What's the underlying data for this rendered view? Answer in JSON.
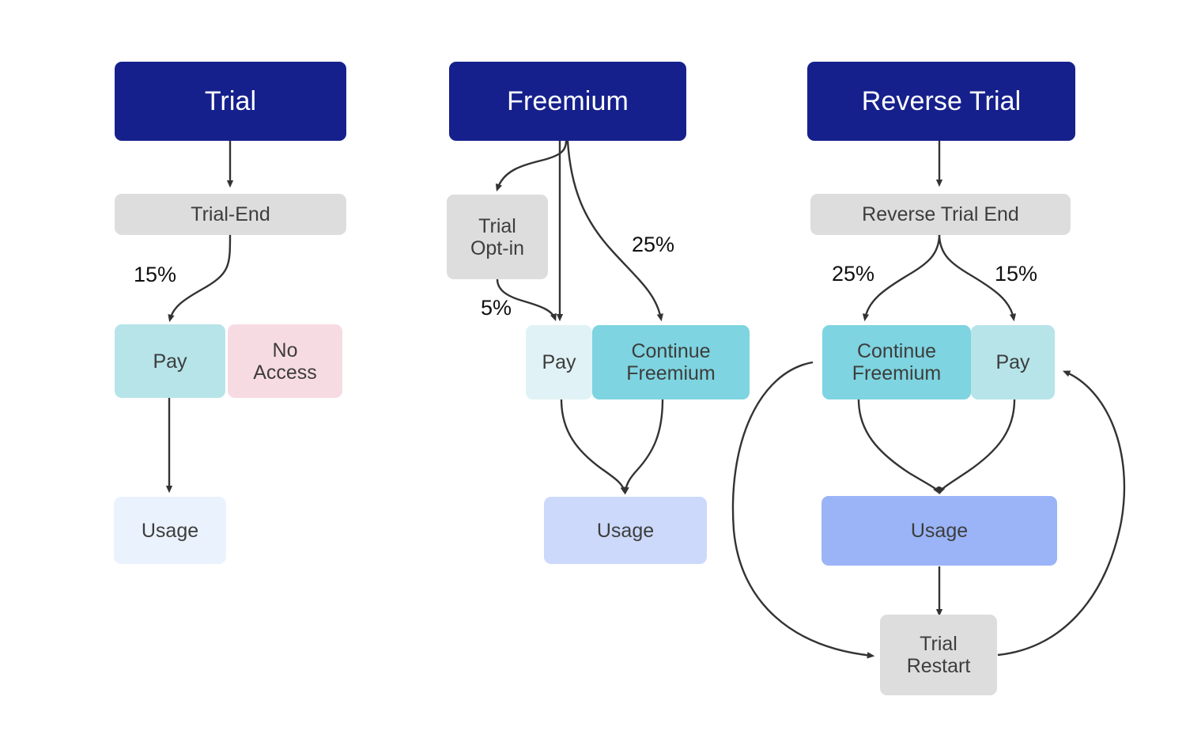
{
  "diagram": {
    "title_columns": [
      "Trial",
      "Freemium",
      "Reverse Trial"
    ],
    "background": "#ffffff",
    "colors": {
      "header": "#16208c",
      "gray": "#dddddd",
      "cyan_light": "#b6e4e9",
      "cyan_pale": "#e0f2f5",
      "cyan_strong": "#7ed4e0",
      "pink": "#f7dbe3",
      "blue_pale": "#eaf2fd",
      "blue_soft": "#ccd9fa",
      "blue_mid": "#9ab4f7",
      "arrow": "#333333",
      "text_dark": "#3d3d3d",
      "text_on_header": "#ffffff"
    }
  },
  "columns": {
    "trial": {
      "header": "Trial",
      "nodes": {
        "trial_end": "Trial-End",
        "pay": "Pay",
        "no_access": "No\nAccess",
        "usage": "Usage"
      },
      "labels": {
        "trial_end_to_pay": "15%"
      }
    },
    "freemium": {
      "header": "Freemium",
      "nodes": {
        "trial_optin": "Trial\nOpt-in",
        "pay": "Pay",
        "continue_freemium": "Continue\nFreemium",
        "usage": "Usage"
      },
      "labels": {
        "optin_to_pay": "5%",
        "freemium_to_continue": "25%"
      }
    },
    "reverse_trial": {
      "header": "Reverse Trial",
      "nodes": {
        "reverse_trial_end": "Reverse Trial End",
        "continue_freemium": "Continue\nFreemium",
        "pay": "Pay",
        "usage": "Usage",
        "trial_restart": "Trial\nRestart"
      },
      "labels": {
        "end_to_continue": "25%",
        "end_to_pay": "15%"
      }
    }
  }
}
